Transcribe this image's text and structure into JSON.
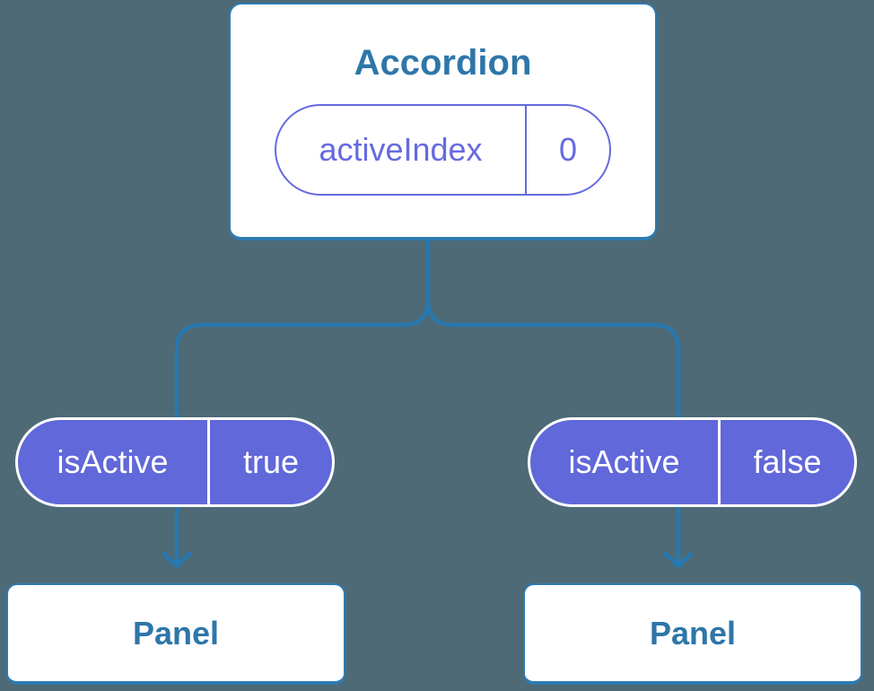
{
  "colors": {
    "background": "#4d6a76",
    "connector_blue": "#2878b0",
    "card_border_blue": "#2e7bb1",
    "heading_blue": "#2e76a8",
    "pill_purple_fill": "#6168d9",
    "pill_purple_accent": "#666ae0",
    "pill_text_white": "#ffffff"
  },
  "tree": {
    "root": {
      "title": "Accordion",
      "state": {
        "name": "activeIndex",
        "value": "0"
      }
    },
    "children": [
      {
        "prop": {
          "name": "isActive",
          "value": "true"
        },
        "panel": "Panel"
      },
      {
        "prop": {
          "name": "isActive",
          "value": "false"
        },
        "panel": "Panel"
      }
    ]
  }
}
